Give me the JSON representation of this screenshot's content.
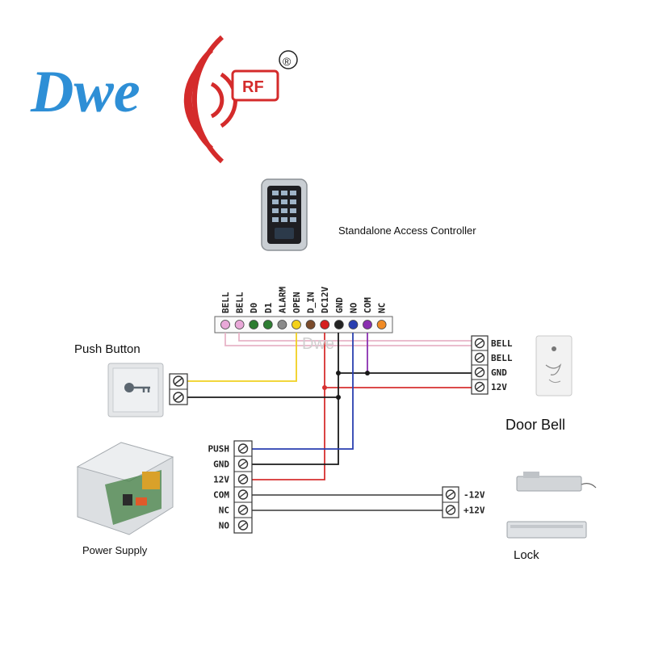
{
  "logo": {
    "brand": "Dwe",
    "badge": "RF",
    "registered": "®"
  },
  "controller": {
    "title": "Standalone Access Controller",
    "pins": [
      "BELL",
      "BELL",
      "D0",
      "D1",
      "ALARM",
      "OPEN",
      "D_IN",
      "DC12V",
      "GND",
      "NO",
      "COM",
      "NC"
    ],
    "pin_colors": [
      "#e9a8d8",
      "#e9a8d8",
      "#2e7d32",
      "#2e7d32",
      "#8a8a8a",
      "#f4d11a",
      "#7a4a2a",
      "#d62020",
      "#222222",
      "#2a3fb0",
      "#8a2fb0",
      "#f08a24"
    ]
  },
  "push_button": {
    "title": "Push Button"
  },
  "door_bell": {
    "title": "Door Bell",
    "terminals": [
      "BELL",
      "BELL",
      "GND",
      "12V"
    ]
  },
  "power_supply": {
    "title": "Power Supply",
    "terminals": [
      "PUSH",
      "GND",
      "12V",
      "COM",
      "NC",
      "NO"
    ]
  },
  "lock": {
    "title": "Lock",
    "terminals": [
      "-12V",
      "+12V"
    ]
  },
  "watermark": "Dwe",
  "wire_colors": {
    "pink": "#e8b4c8",
    "yellow": "#f0d020",
    "red": "#d63030",
    "black": "#1a1a1a",
    "blue": "#2a3fb0",
    "purple": "#8a2fb0"
  }
}
